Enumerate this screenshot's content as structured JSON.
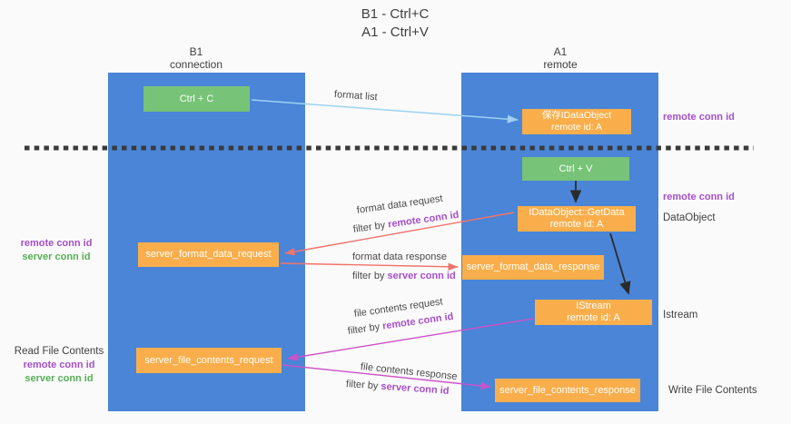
{
  "title": {
    "line1": "B1 - Ctrl+C",
    "line2": "A1 - Ctrl+V"
  },
  "columns": {
    "left": {
      "name": "B1",
      "role": "connection"
    },
    "right": {
      "name": "A1",
      "role": "remote"
    }
  },
  "nodes": {
    "ctrl_c": {
      "label": "Ctrl + C"
    },
    "save_idataobject": {
      "line1": "保存IDataObject",
      "line2": "remote id: A"
    },
    "ctrl_v": {
      "label": "Ctrl + V"
    },
    "getdata": {
      "line1": "IDataObject::GetData",
      "line2": "remote id: A"
    },
    "server_format_data_request": {
      "label": "server_format_data_request"
    },
    "server_format_data_response": {
      "label": "server_format_data_response"
    },
    "istream": {
      "line1": "IStream",
      "line2": "remote id: A"
    },
    "server_file_contents_request": {
      "label": "server_file_contents_request"
    },
    "server_file_contents_response": {
      "label": "server_file_contents_response"
    }
  },
  "edge_labels": {
    "format_list": "format list",
    "format_data_request": "format data request",
    "format_data_response": "format data response",
    "file_contents_request": "file contents request",
    "file_contents_response": "file contents response",
    "filter_by": "filter by",
    "remote_conn_id": "remote conn id",
    "server_conn_id": "server conn id"
  },
  "side_labels": {
    "right_top_remote_conn_id": "remote conn id",
    "right_mid_remote_conn_id": "remote conn id",
    "dataobject": "DataObject",
    "istream": "Istream",
    "write_file_contents": "Write File Contents",
    "left_format_remote_conn_id": "remote conn id",
    "left_format_server_conn_id": "server conn id",
    "read_file_contents": "Read File Contents",
    "left_file_remote_conn_id": "remote conn id",
    "left_file_server_conn_id": "server conn id"
  },
  "colors": {
    "column_blue": "#4a85d8",
    "node_orange": "#f9ae4b",
    "node_green": "#77c377",
    "arrow_light_blue": "#9ed2f0",
    "arrow_red": "#f2736b",
    "arrow_magenta": "#cc52c8",
    "arrow_black": "#2b2b2b",
    "conn_id_purple": "#a64fc9",
    "conn_id_green": "#55b055",
    "background": "#fafafa"
  }
}
